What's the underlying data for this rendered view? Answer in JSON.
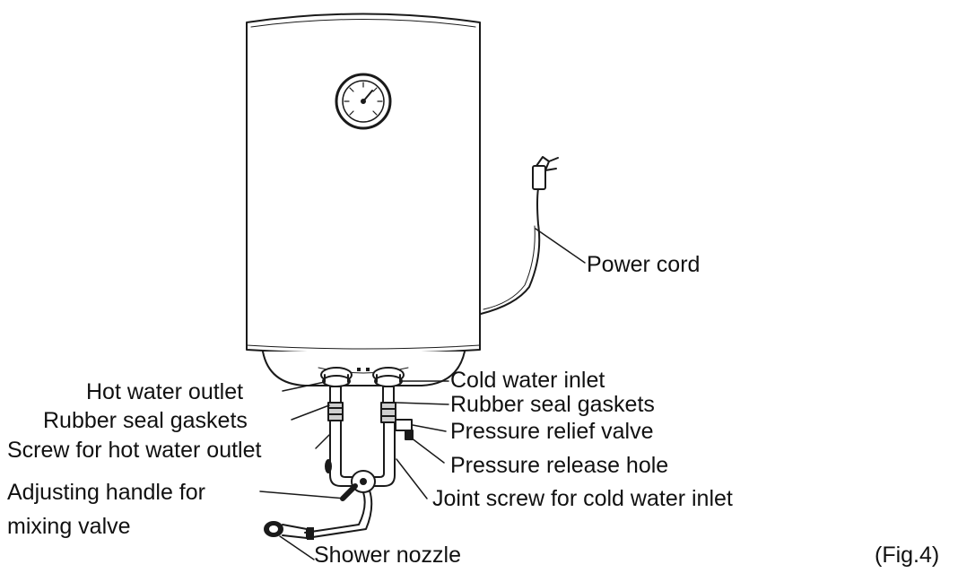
{
  "labels": {
    "power_cord": "Power cord",
    "cold_water_inlet": "Cold water inlet",
    "rubber_seal_gaskets_right": "Rubber seal gaskets",
    "pressure_relief_valve": "Pressure relief valve",
    "pressure_release_hole": "Pressure release hole",
    "joint_screw_cold": "Joint screw  for cold water inlet",
    "hot_water_outlet": "Hot water outlet",
    "rubber_seal_gaskets_left": "Rubber seal gaskets",
    "screw_hot_outlet": "Screw for hot water outlet",
    "adjusting_handle_line1": "Adjusting handle for",
    "adjusting_handle_line2": "mixing valve",
    "shower_nozzle": "Shower nozzle",
    "figure_caption": "(Fig.4)"
  },
  "colors": {
    "line": "#1a1a1a",
    "fill": "#ffffff",
    "shade": "#cfcfcf"
  }
}
